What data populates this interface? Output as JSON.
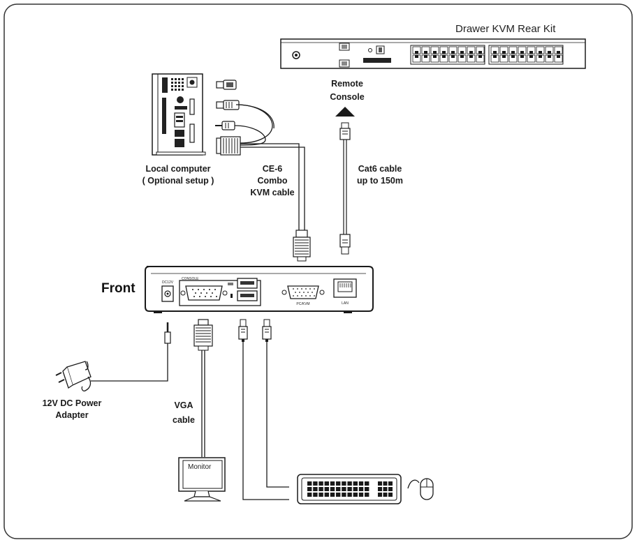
{
  "title": "Drawer KVM Rear Kit",
  "front_label": "Front",
  "labels": {
    "local_computer": [
      "Local computer",
      "( Optional setup )"
    ],
    "ce6_cable": [
      "CE-6",
      "Combo",
      "KVM cable"
    ],
    "remote_console": [
      "Remote",
      "Console"
    ],
    "cat6_cable": [
      "Cat6 cable",
      "up to 150m"
    ],
    "power_adapter": [
      "12V DC Power",
      "Adapter"
    ],
    "vga_cable": [
      "VGA",
      "cable"
    ]
  },
  "device_ports": {
    "dc_in": "DC12V",
    "console": "CONSOLE",
    "pckvm": "PC/KVM",
    "lan": "LAN"
  },
  "monitor_label": "Monitor",
  "colors": {
    "line": "#1a1a1a",
    "border": "#333333",
    "background": "#ffffff"
  }
}
